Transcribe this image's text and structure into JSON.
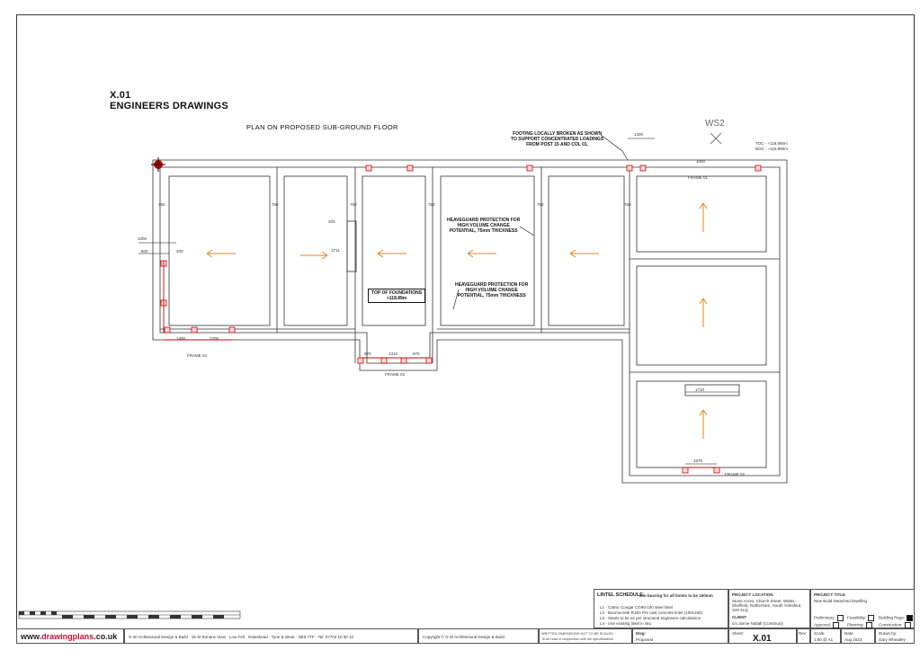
{
  "drawing": {
    "number": "X.01",
    "heading": "ENGINEERS DRAWINGS",
    "plan_title": "PLAN ON PROPOSED SUB-GROUND FLOOR",
    "ws_marker": "WS2",
    "notes": {
      "footing": [
        "FOOTING LOCALLY BROKEN AS SHOWN",
        "TO SUPPORT CONCENTRATED LOADINGS",
        "FROM POST 15 AND COL 01."
      ],
      "heaveguard_a": [
        "HEAVEGUARD PROTECTION FOR",
        "HIGH VOLUME CHANGE",
        "POTENTIAL, 75mm THICKNESS"
      ],
      "heaveguard_b": [
        "HEAVEGUARD PROTECTION FOR",
        "HIGH VOLUME CHANGE",
        "POTENTIAL, 75mm THICKNESS"
      ],
      "foundation_top": [
        "TOP OF FOUNDATIONS",
        "+118.89m"
      ],
      "toc": "TOC - +118.990m",
      "boc": "BOC - +118.850m"
    },
    "dims": {
      "d1400_top": "1400",
      "d1400_left": "1400",
      "d1700": "1700",
      "d1000": "1000",
      "d800": "800",
      "d400": "400",
      "d750": "750",
      "d200": "200",
      "d1711": "1711",
      "d970a": "970",
      "d1310": "1310",
      "d970b": "970",
      "d1710": "1710",
      "d1575": "1575",
      "d1000b": "1000"
    },
    "frames": {
      "f01": "FRAME 01",
      "f02": "FRAME 02",
      "f03": "FRAME 03",
      "f04": "FRAME 04"
    }
  },
  "title_block": {
    "lintel_schedule_title": "LINTEL SCHEDULE",
    "lintel_min_bearing": "Min bearing for all lintels to be 150mm",
    "lintels": [
      "L1 - Catnic Cougar CG90-100 steel lintel",
      "L2 - Bournecrete R15A Pre cast concrete lintel (100x150)",
      "L3 - Steels to be as per structural engineers calculations",
      "L4 - Use existing lintel in situ"
    ],
    "project_location_label": "PROJECT LOCATION",
    "project_location": [
      "Stone Acres, Church Street, Wales,",
      "Sheffield, Rotherham, South Yorkshire,",
      "S26 5LQ"
    ],
    "client_label": "CLIENT",
    "client": "c/o Jamie Nuttall (Construct)",
    "project_title_label": "PROJECT TITLE",
    "project_title": "New Build Detached Dwelling",
    "stages": [
      {
        "label": "Preliminary:",
        "checked": false
      },
      {
        "label": "Feasibility:",
        "checked": false
      },
      {
        "label": "Building Regs:",
        "checked": true
      },
      {
        "label": "Approval:",
        "checked": false
      },
      {
        "label": "Planning:",
        "checked": false
      },
      {
        "label": "Construction:",
        "checked": false
      }
    ],
    "website_prefix": "www.",
    "website_brand": "drawingplans",
    "website_suffix": ".co.uk",
    "company_address": "G W Architectural Design & Build · 15 St Ronans View · Low Fell · Gateshead · Tyne & Wear · NE9 7TF",
    "tel": "· Tel: 07702 10 50 10",
    "copyright": "Copyright © G W Architectural Design & Build",
    "written_dims": "WRITTEN DIMENSIONS NOT TO BE SCALED",
    "written_dims_sub": "To be read in conjunction with full specifications",
    "dwg_label": "Dwg:",
    "dwg_value": "Proposed",
    "sheet_label": "Sheet:",
    "sheet_value": "X.01",
    "rev_label": "Rev:",
    "rev_value": "-",
    "scale_label": "Scale:",
    "scale_value": "1:50 @ A1",
    "date_label": "Date:",
    "date_value": "Aug 2023",
    "drawn_label": "Drawn by:",
    "drawn_value": "Gary Wheatley"
  }
}
